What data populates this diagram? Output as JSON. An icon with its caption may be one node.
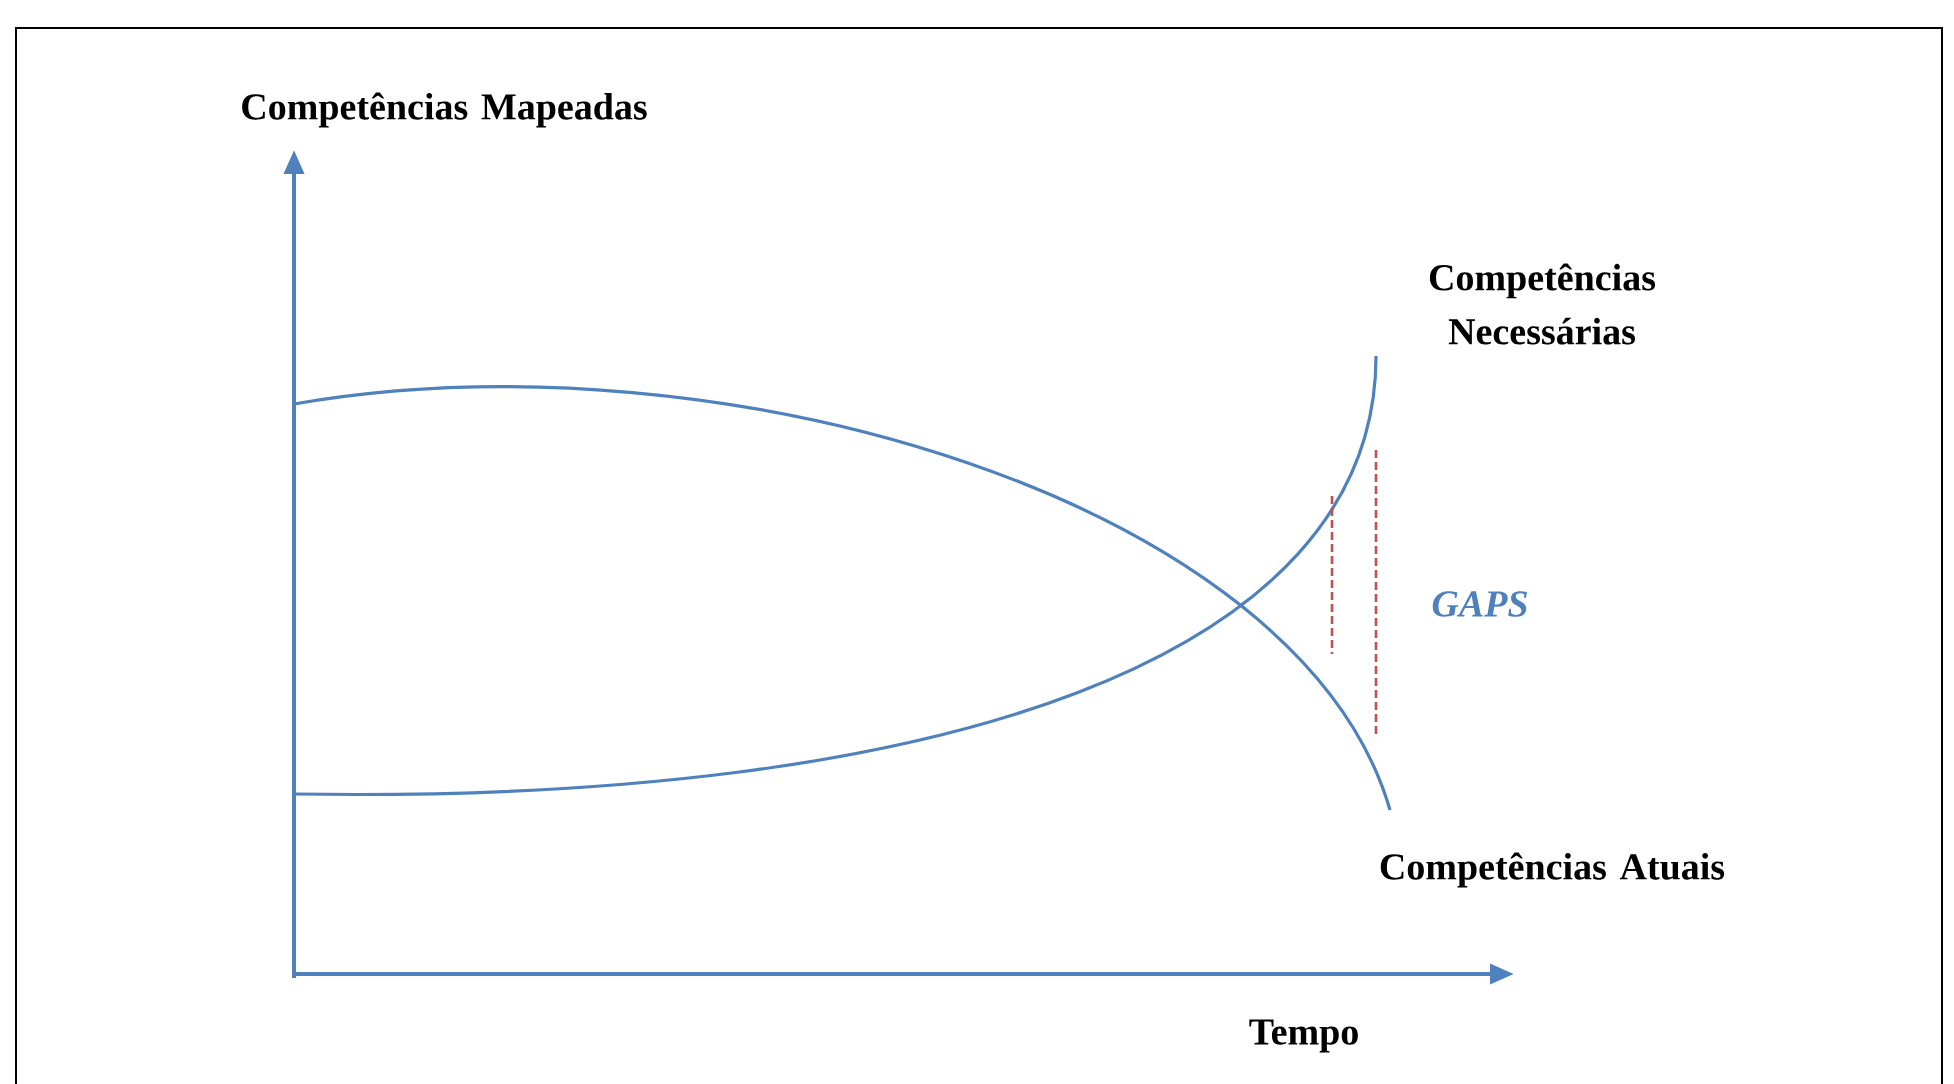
{
  "diagram": {
    "labels": [
      "Competências Mapeadas",
      "Competências Necessárias",
      "GAPS",
      "Competências Atuais",
      "Tempo"
    ]
  }
}
